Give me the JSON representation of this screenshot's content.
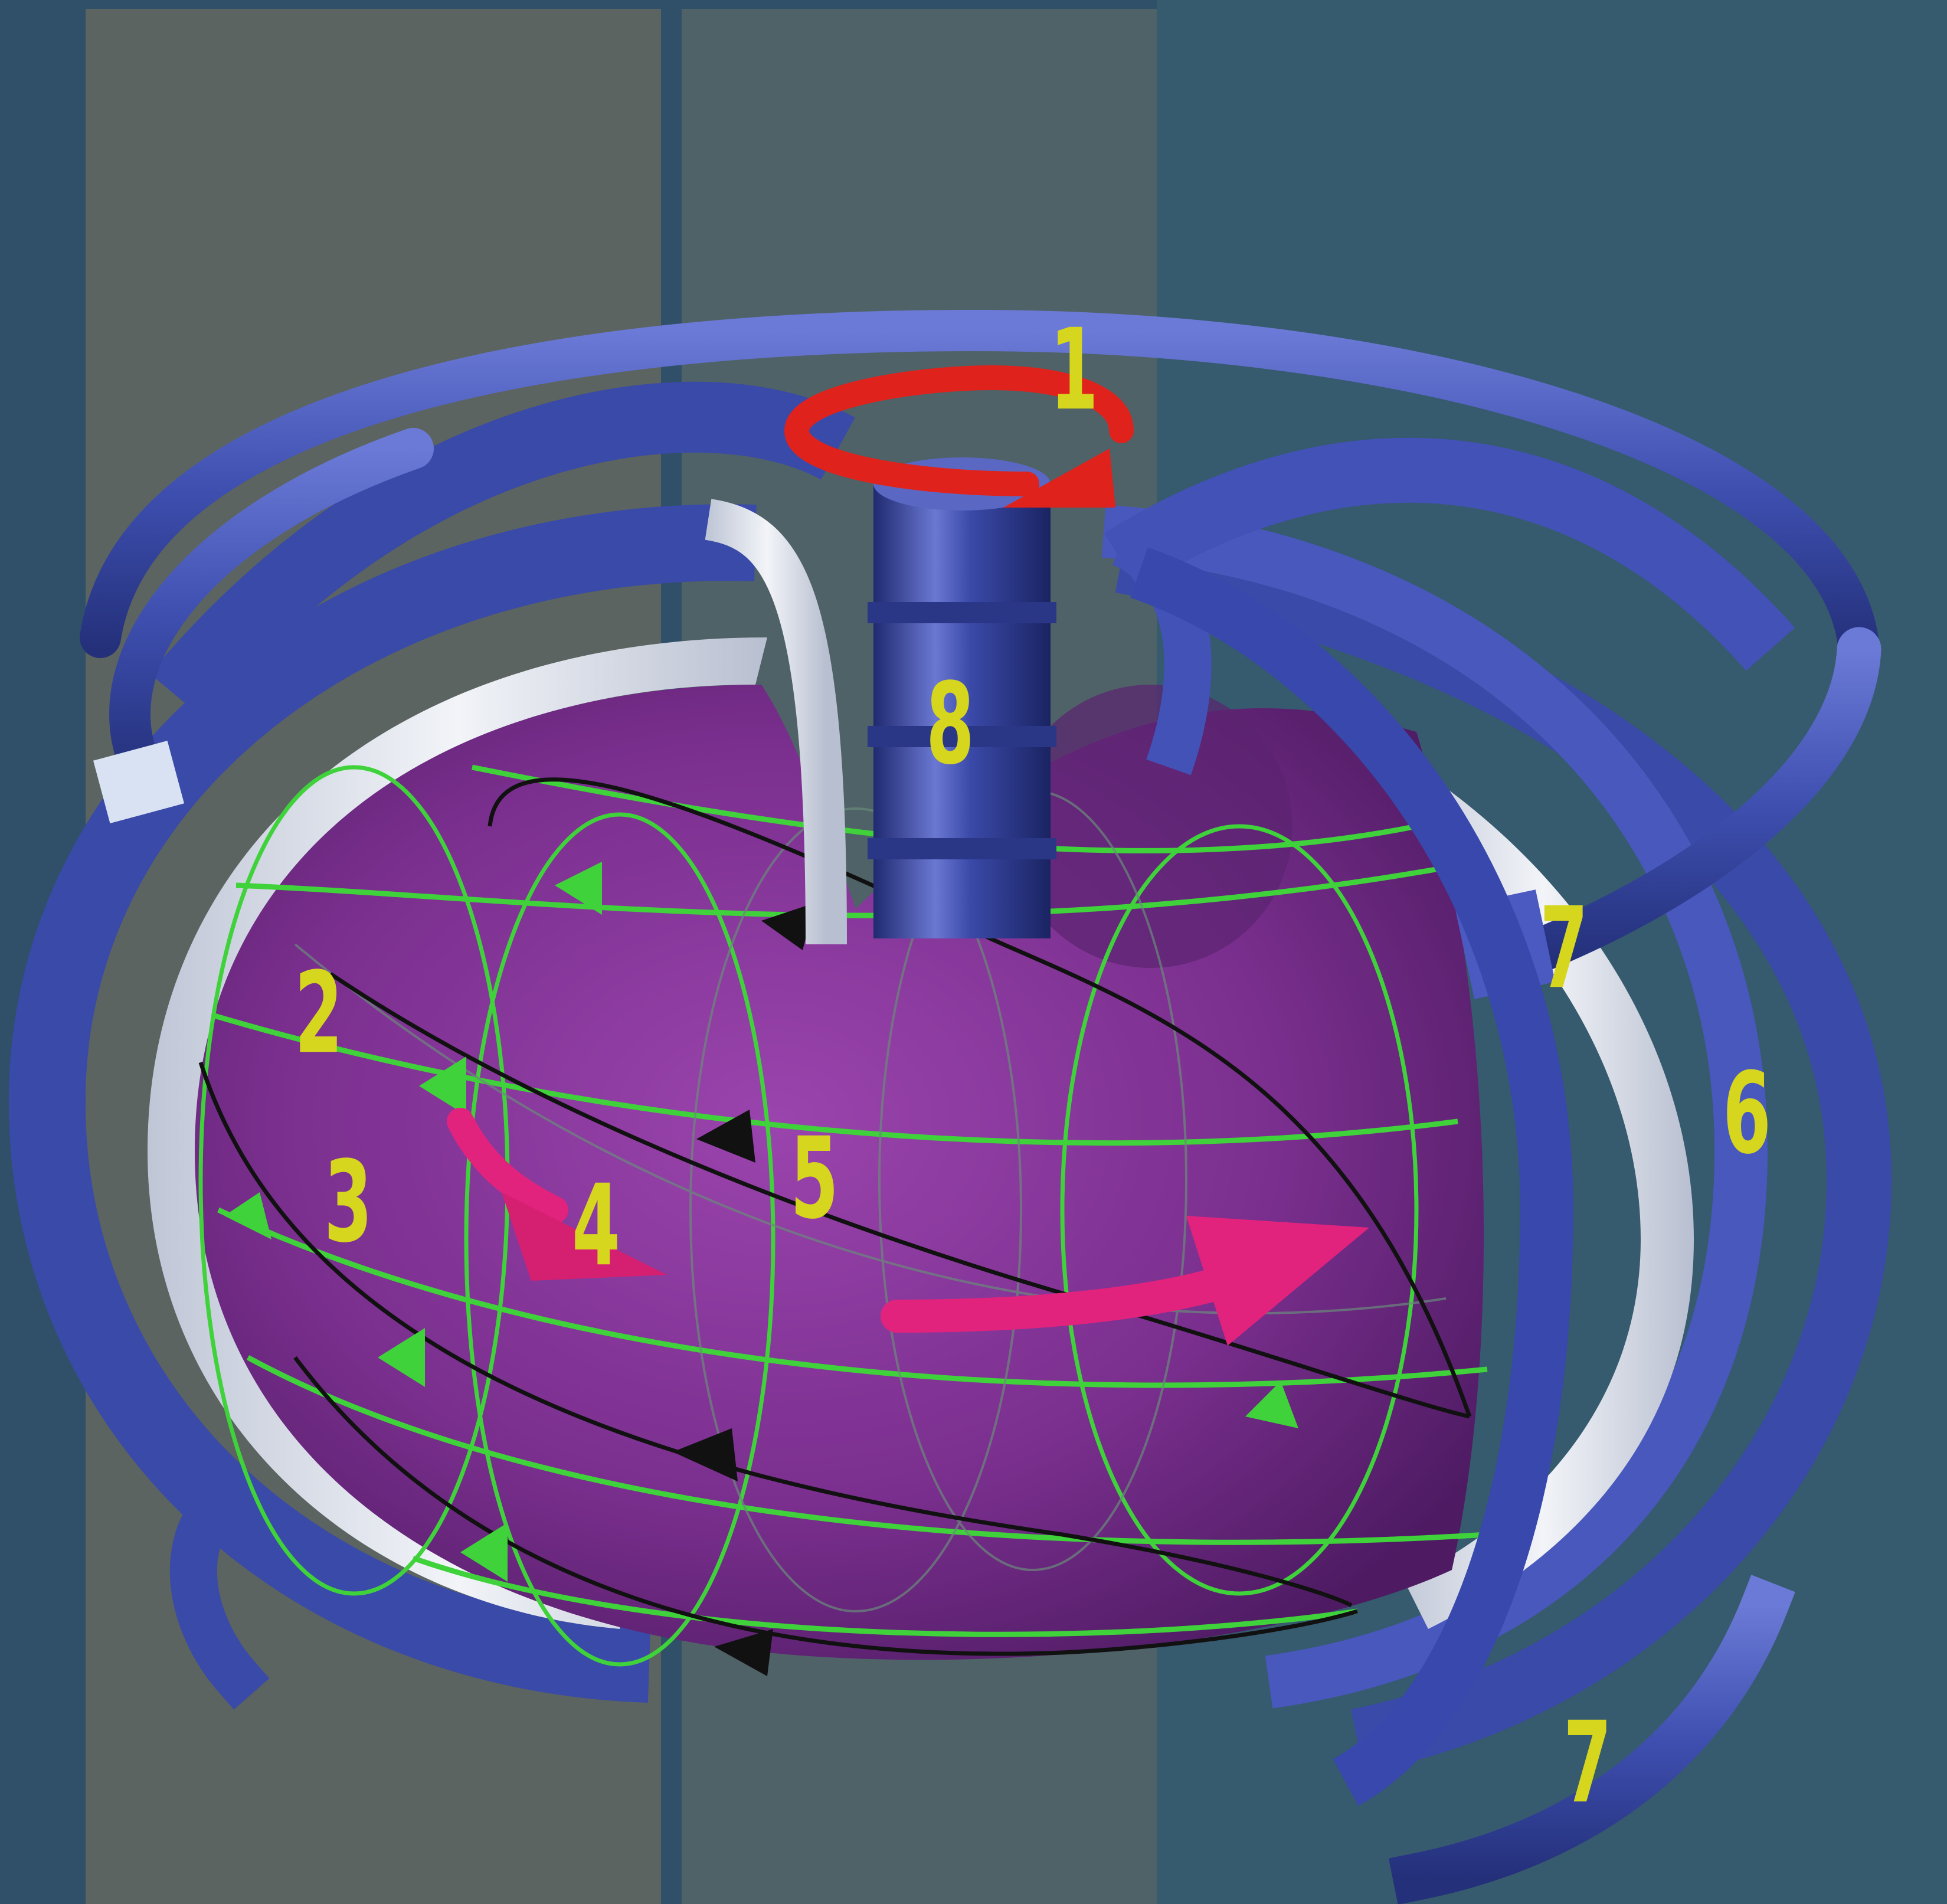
{
  "colors": {
    "background": "#2f5068",
    "panel_left": "#5b6460",
    "panel_mid": "#4f6268",
    "panel_right": "#365a6e",
    "coil_blue": "#3e4fb0",
    "coil_highlight": "#8f9ce0",
    "shell_white": "#e6eaf0",
    "plasma_purple": "#7a2f8e",
    "field_line_green": "#3fd23a",
    "field_line_black": "#111111",
    "current_red": "#e0221c",
    "current_magenta": "#e2237e",
    "callout_yellow": "#d6d61e"
  },
  "callouts": [
    {
      "id": "label-1",
      "text": "1",
      "target": "red circular arrow around central solenoid"
    },
    {
      "id": "label-2",
      "text": "2",
      "target": "poloidal field lines"
    },
    {
      "id": "label-3",
      "text": "3",
      "target": "plasma surface"
    },
    {
      "id": "label-4",
      "text": "4",
      "target": "red poloidal current arrow"
    },
    {
      "id": "label-5",
      "text": "5",
      "target": "black helical field line"
    },
    {
      "id": "label-6",
      "text": "6",
      "target": "toroidal field coil"
    },
    {
      "id": "label-7a",
      "text": "7",
      "target": "upper poloidal field coil"
    },
    {
      "id": "label-7b",
      "text": "7",
      "target": "lower poloidal field coil"
    },
    {
      "id": "label-8",
      "text": "8",
      "target": "central solenoid"
    }
  ]
}
